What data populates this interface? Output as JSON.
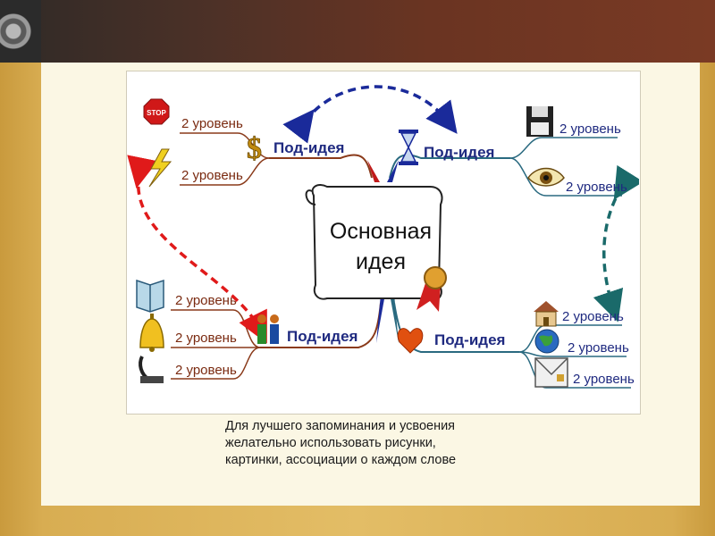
{
  "diagram": {
    "main_idea": {
      "line1": "Основная",
      "line2": "идея"
    },
    "sub_idea_label": "Под-идея",
    "level_label": "2 уровень",
    "stop_sign": "STOP",
    "colors": {
      "branch_left": "#8a3a1a",
      "branch_right": "#2a6a80",
      "arrow_red": "#e01a1a",
      "arrow_blue": "#1a2a9a",
      "arrow_teal": "#1a6a6a"
    }
  },
  "caption": {
    "line1": "Для лучшего запоминания и усвоения",
    "line2": "желательно использовать рисунки,",
    "line3": "картинки, ассоциации о каждом слове"
  }
}
